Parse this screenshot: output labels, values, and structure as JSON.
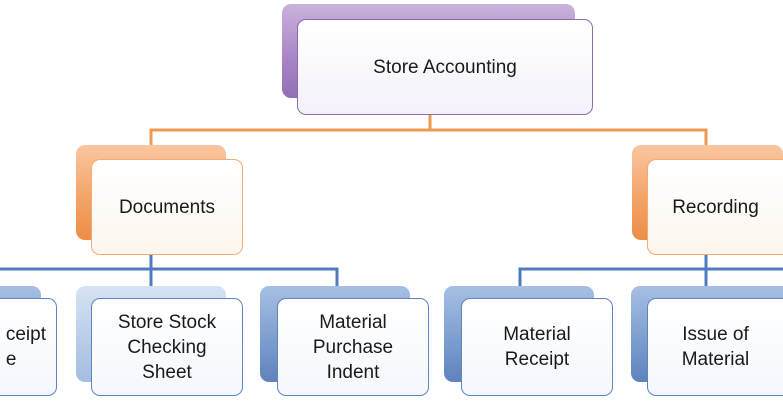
{
  "root": {
    "label": "Store Accounting"
  },
  "level1": [
    {
      "label": "Documents"
    },
    {
      "label": "Recording"
    }
  ],
  "level2": [
    {
      "label": "ceipt\ne"
    },
    {
      "label": "Store Stock\nChecking\nSheet"
    },
    {
      "label": "Material\nPurchase\nIndent"
    },
    {
      "label": "Material\nReceipt"
    },
    {
      "label": "Issue of\nMaterial"
    }
  ],
  "colors": {
    "root_connector": "#ef9a4e",
    "child_connector": "#4f7cc0",
    "purple": "#9270b5",
    "orange": "#ed8d48",
    "blue": "#5f82bd"
  }
}
